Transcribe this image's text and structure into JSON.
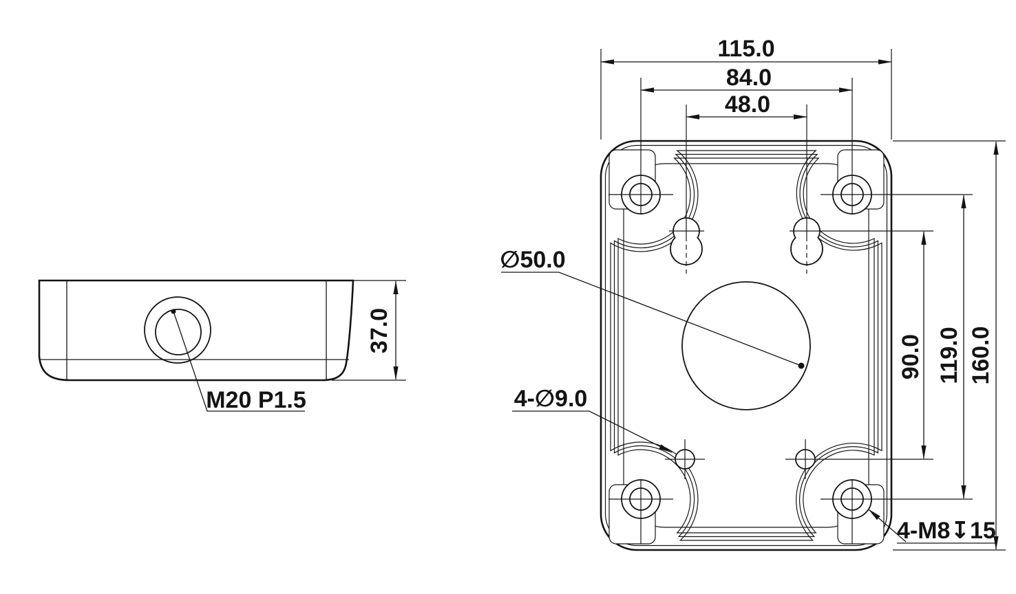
{
  "colors": {
    "line": "#141414",
    "background": "#ffffff"
  },
  "side_view": {
    "thread_label": "M20 P1.5",
    "height_dim": "37.0"
  },
  "front_view": {
    "width_dim": "115.0",
    "bolt_spacing_width_dim": "84.0",
    "hole_spacing_width_dim": "48.0",
    "hole_spacing_height_dim": "90.0",
    "bolt_spacing_height_dim": "119.0",
    "height_dim": "160.0",
    "center_hole_label": "∅50.0",
    "small_holes_label": "4-∅9.0",
    "corner_thread_label": "4-M8↧15"
  }
}
